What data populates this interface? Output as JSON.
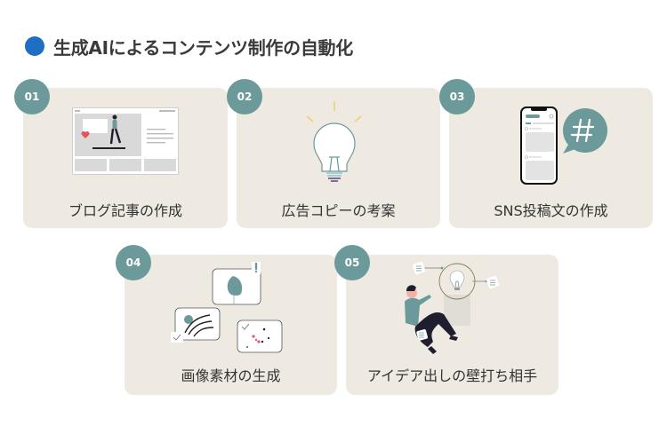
{
  "header": {
    "title": "生成AIによるコンテンツ制作の自動化",
    "bullet_color": "#1e6fc4"
  },
  "theme": {
    "card_bg": "#eeeae2",
    "badge_bg": "#6c9a9b",
    "accent_teal": "#6c9a9b"
  },
  "cards": [
    {
      "number": "01",
      "label": "ブログ記事の作成",
      "icon": "blog-page-illustration"
    },
    {
      "number": "02",
      "label": "広告コピーの考案",
      "icon": "lightbulb-illustration"
    },
    {
      "number": "03",
      "label": "SNS投稿文の作成",
      "icon": "smartphone-hashtag-illustration"
    },
    {
      "number": "04",
      "label": "画像素材の生成",
      "icon": "image-cards-illustration"
    },
    {
      "number": "05",
      "label": "アイデア出しの壁打ち相手",
      "icon": "person-idea-illustration"
    }
  ]
}
